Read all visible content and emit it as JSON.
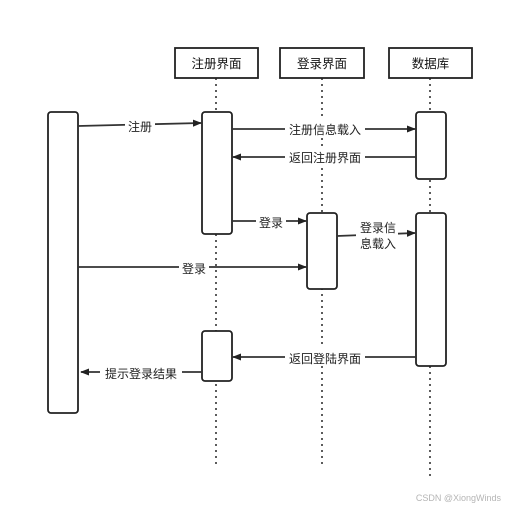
{
  "participants": {
    "register": "注册界面",
    "login": "登录界面",
    "database": "数据库"
  },
  "messages": {
    "user_register": "注册",
    "register_info_load": "注册信息载入",
    "return_register": "返回注册界面",
    "register_to_login": "登录",
    "login_info_line1": "登录信",
    "login_info_line2": "息载入",
    "user_login": "登录",
    "return_login": "返回登陆界面",
    "show_login_result": "提示登录结果"
  },
  "watermark": "CSDN @XiongWinds"
}
